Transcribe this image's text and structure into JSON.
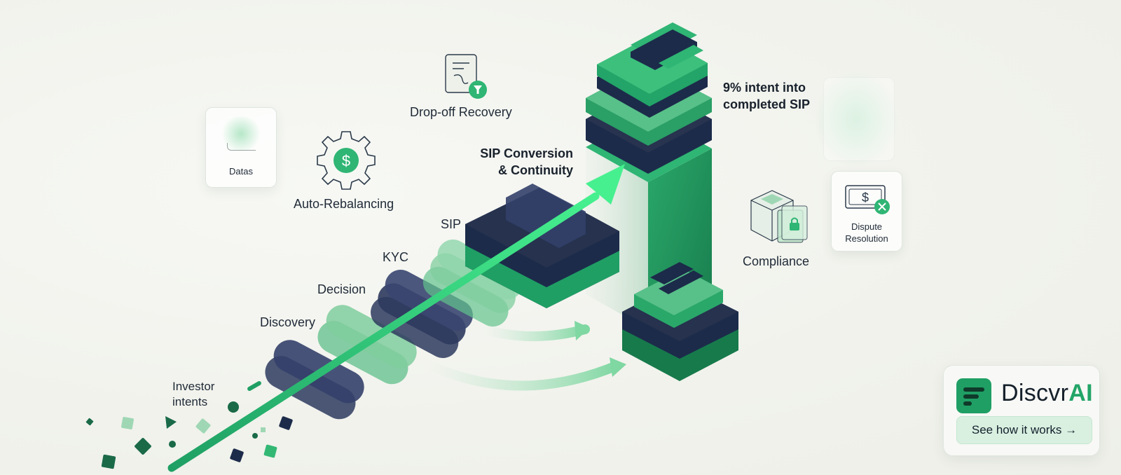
{
  "stages": {
    "investor_intents": "Investor\nintents",
    "discovery": "Discovery",
    "decision": "Decision",
    "kyc": "KYC",
    "sip": "SIP"
  },
  "features": {
    "drop_off_recovery": "Drop-off Recovery",
    "auto_rebalancing": "Auto-Rebalancing",
    "datas": "Datas",
    "compliance": "Compliance",
    "dispute_resolution": "Dispute\nResolution"
  },
  "highlights": {
    "sip_conversion": "SIP Conversion\n& Continuity",
    "intent_completed": "9% intent into\ncompleted SIP"
  },
  "brand": {
    "name_prefix": "Discvr",
    "name_suffix": "AI",
    "cta_label": "See how it works →"
  },
  "icons": {
    "gear": "gear-dollar-icon",
    "document": "document-filter-icon",
    "cash": "cash-cancel-icon",
    "cube": "cube-lock-icon"
  },
  "colors": {
    "green": "#1f9f64",
    "bright_green": "#3ee08a",
    "navy": "#1c2b4a",
    "light_green": "#7fc99a"
  }
}
